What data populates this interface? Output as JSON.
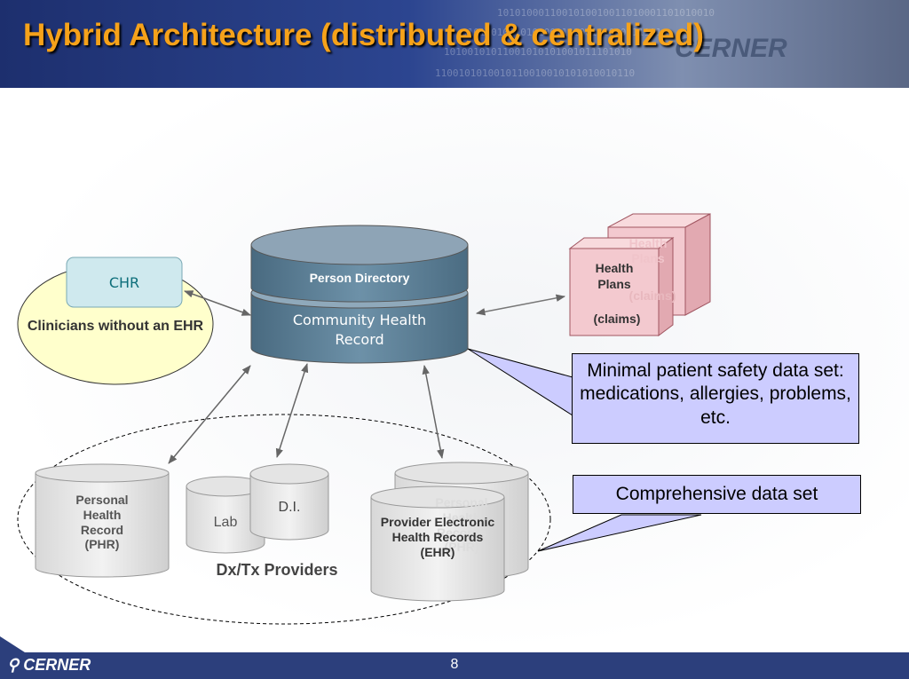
{
  "slide": {
    "title": "Hybrid Architecture (distributed & centralized)",
    "page_number": "8",
    "logo_text": "CERNER"
  },
  "diagram": {
    "chr_label": "CHR",
    "clinicians_label": "Clinicians without an EHR",
    "person_directory_label": "Person Directory",
    "community_health_record_label": "Community Health Record",
    "health_plans_back_label": "Health Plans",
    "health_plans_back_claims": "(claims)",
    "health_plans_front_label": "Health Plans",
    "health_plans_front_claims": "(claims)",
    "minimal_callout": "Minimal patient safety data set: medications, allergies, problems, etc.",
    "comprehensive_callout": "Comprehensive data set",
    "phr_label": "Personal Health Record (PHR)",
    "lab_label": "Lab",
    "di_label": "D.I.",
    "dx_tx_label": "Dx/Tx Providers",
    "phr_back_label": "Personal Health Records (PHR)",
    "ehr_label": "Provider Electronic Health Records (EHR)"
  },
  "colors": {
    "title": "#f6a21a",
    "header_bg": "#1d2f6e",
    "cylinder_blue": "#5b7f96",
    "callout_fill": "#ccccff",
    "chr_fill": "#cfe9ee",
    "ellipse_fill": "#ffffcc",
    "health_plan_fill": "#f3c9cf",
    "footer_bg": "#2c3f7c"
  }
}
